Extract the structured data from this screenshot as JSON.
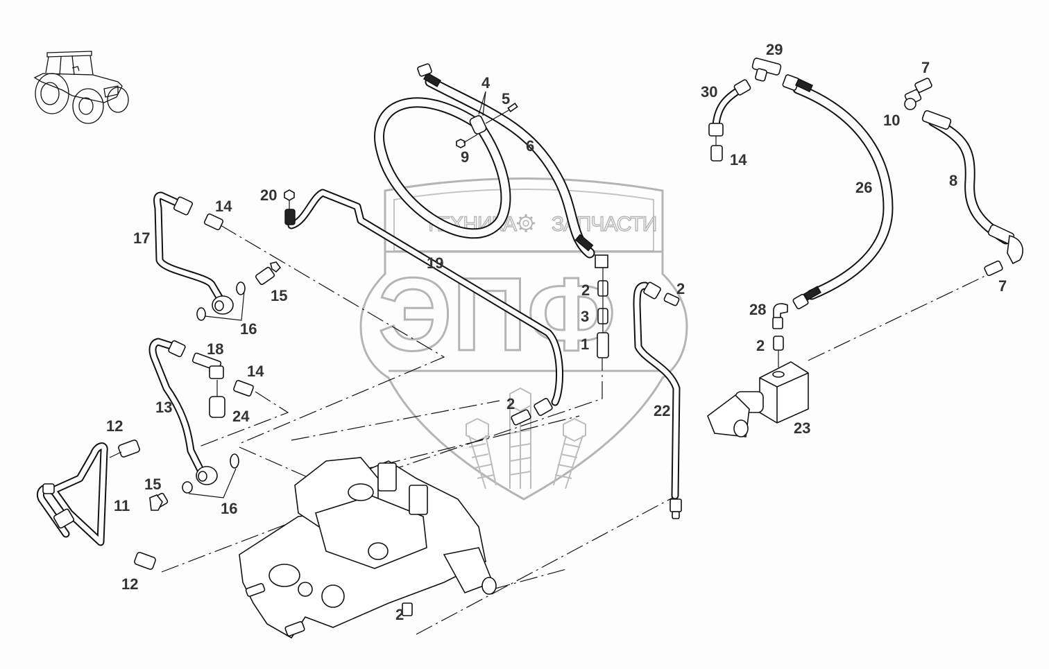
{
  "diagram": {
    "type": "exploded-parts-diagram",
    "subject": "tractor hydraulic lines and control valve",
    "watermark": {
      "left_text": "ТЕХНИКА",
      "right_text": "ЗАПЧАСТИ",
      "gear_icon": "gear-icon",
      "logo_letters": "ЭПФ"
    },
    "callouts": [
      {
        "id": "c1",
        "text": "1"
      },
      {
        "id": "c2a",
        "text": "2"
      },
      {
        "id": "c2b",
        "text": "2"
      },
      {
        "id": "c2c",
        "text": "2"
      },
      {
        "id": "c2d",
        "text": "2"
      },
      {
        "id": "c2e",
        "text": "2"
      },
      {
        "id": "c3",
        "text": "3"
      },
      {
        "id": "c4",
        "text": "4"
      },
      {
        "id": "c5",
        "text": "5"
      },
      {
        "id": "c6",
        "text": "6"
      },
      {
        "id": "c7a",
        "text": "7"
      },
      {
        "id": "c7b",
        "text": "7"
      },
      {
        "id": "c8",
        "text": "8"
      },
      {
        "id": "c9",
        "text": "9"
      },
      {
        "id": "c10",
        "text": "10"
      },
      {
        "id": "c11",
        "text": "11"
      },
      {
        "id": "c12a",
        "text": "12"
      },
      {
        "id": "c12b",
        "text": "12"
      },
      {
        "id": "c13",
        "text": "13"
      },
      {
        "id": "c14a",
        "text": "14"
      },
      {
        "id": "c14b",
        "text": "14"
      },
      {
        "id": "c14c",
        "text": "14"
      },
      {
        "id": "c15a",
        "text": "15"
      },
      {
        "id": "c15b",
        "text": "15"
      },
      {
        "id": "c16a",
        "text": "16"
      },
      {
        "id": "c16b",
        "text": "16"
      },
      {
        "id": "c17",
        "text": "17"
      },
      {
        "id": "c18",
        "text": "18"
      },
      {
        "id": "c19",
        "text": "19"
      },
      {
        "id": "c20",
        "text": "20"
      },
      {
        "id": "c22",
        "text": "22"
      },
      {
        "id": "c23",
        "text": "23"
      },
      {
        "id": "c24",
        "text": "24"
      },
      {
        "id": "c26",
        "text": "26"
      },
      {
        "id": "c28",
        "text": "28"
      },
      {
        "id": "c29",
        "text": "29"
      },
      {
        "id": "c30",
        "text": "30"
      }
    ],
    "colors": {
      "background": "#fdfdfd",
      "line": "#111111",
      "label": "#333333",
      "watermark": "#b4b4b4"
    }
  }
}
